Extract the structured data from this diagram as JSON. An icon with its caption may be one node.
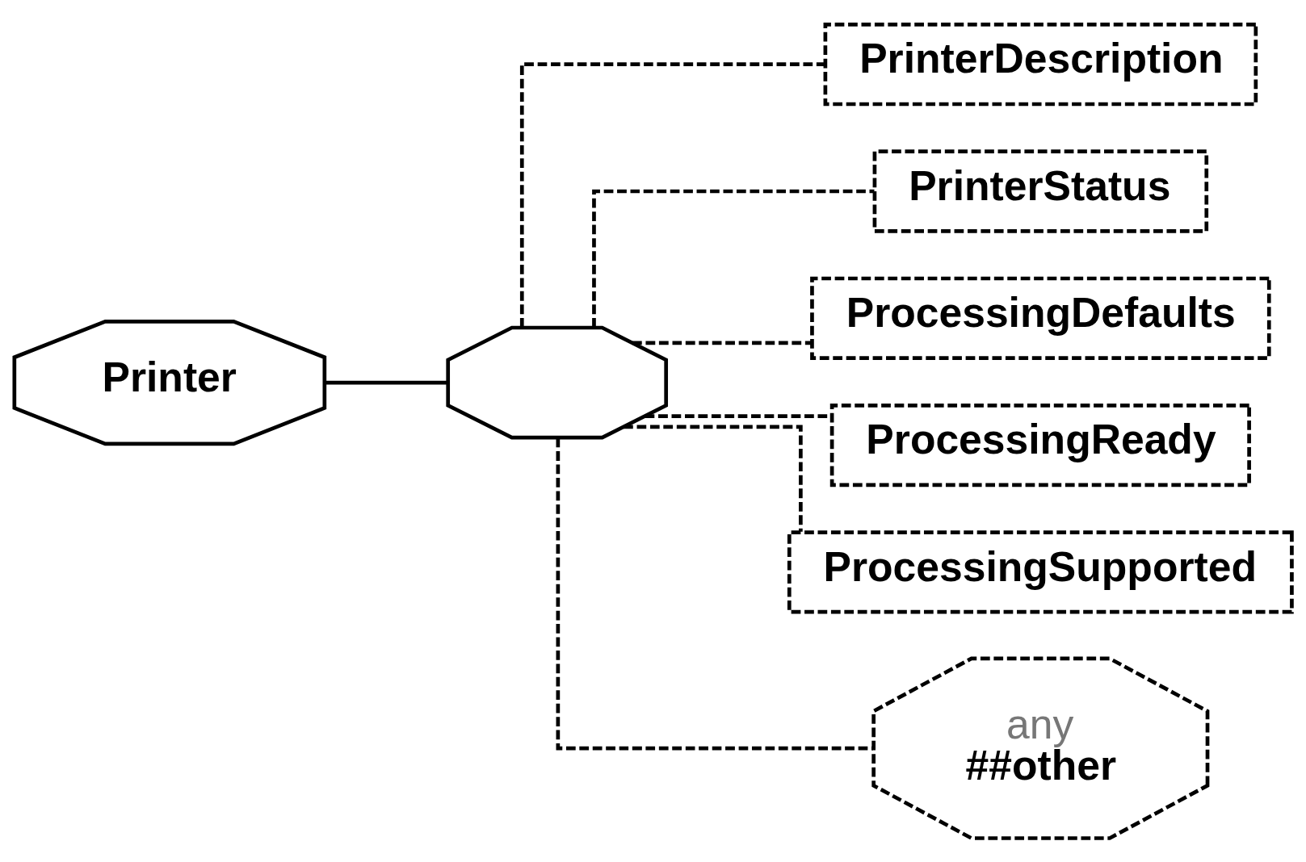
{
  "diagram": {
    "nodes": [
      {
        "text": [
          "Printer"
        ]
      },
      {
        "text": [],
        "shape": "octagon"
      },
      {
        "text": [
          "PrinterDescription"
        ]
      },
      {
        "text": [
          "PrinterStatus"
        ]
      },
      {
        "text": [
          "ProcessingDefaults"
        ]
      },
      {
        "text": [
          "ProcessingReady"
        ]
      },
      {
        "text": [
          "ProcessingSupported"
        ]
      },
      {
        "text": [
          "any",
          "##other"
        ]
      }
    ],
    "edges": [
      {
        "from": 0,
        "to": 1,
        "arrow": "none"
      },
      {
        "from": 1,
        "to": 2,
        "arrow": "none",
        "style": "dashed"
      },
      {
        "from": 1,
        "to": 3,
        "arrow": "none",
        "style": "dashed"
      },
      {
        "from": 1,
        "to": 4,
        "arrow": "none",
        "style": "dashed"
      },
      {
        "from": 1,
        "to": 5,
        "arrow": "none",
        "style": "dashed"
      },
      {
        "from": 1,
        "to": 6,
        "arrow": "none",
        "style": "dashed"
      },
      {
        "from": 1,
        "to": 7,
        "arrow": "none",
        "style": "dashed"
      }
    ]
  }
}
